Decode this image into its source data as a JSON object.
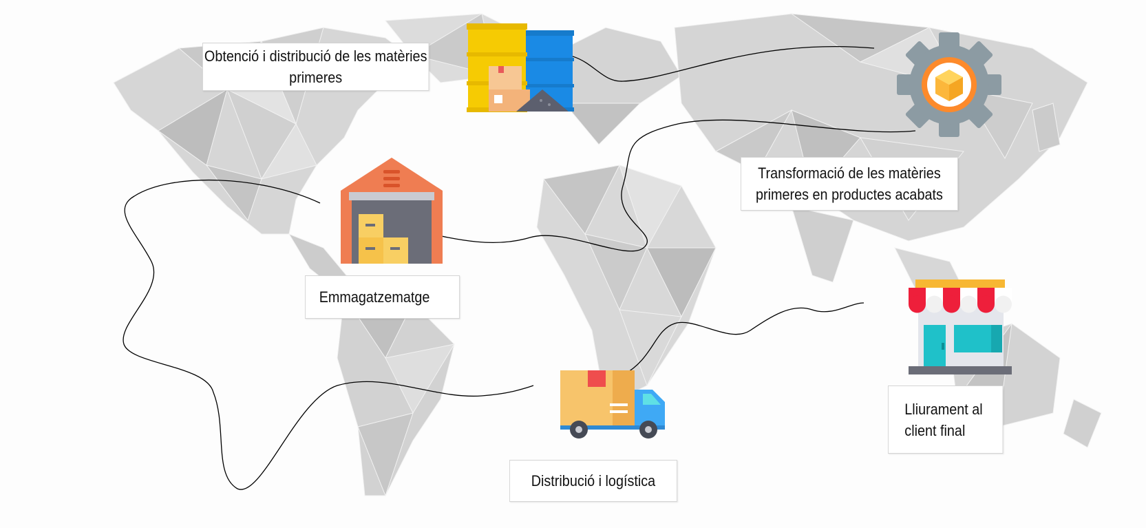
{
  "stages": {
    "raw_materials": {
      "label": "Obtenció i distribució de les matèries primeres",
      "icon": "raw-materials-barrels-icon"
    },
    "transformation": {
      "label": "Transformació de les matèries primeres en productes acabats",
      "icon": "gear-box-icon"
    },
    "storage": {
      "label": "Emmagatzematge",
      "icon": "warehouse-icon"
    },
    "distribution": {
      "label": "Distribució i logística",
      "icon": "delivery-truck-icon"
    },
    "delivery": {
      "label": "Lliurament al client final",
      "icon": "storefront-icon"
    }
  },
  "colors": {
    "map": "#d9d9d9",
    "route": "#000000",
    "barrel_yellow": "#f6cb03",
    "barrel_blue": "#1a8ae5",
    "gear": "#8c9ba3",
    "box_orange": "#fbb13c",
    "warehouse": "#ef7d52",
    "truck_box": "#f7c46b",
    "truck_cab": "#3fa9f5",
    "awning_red": "#ee1f3b",
    "store_teal": "#1fc1c9"
  }
}
